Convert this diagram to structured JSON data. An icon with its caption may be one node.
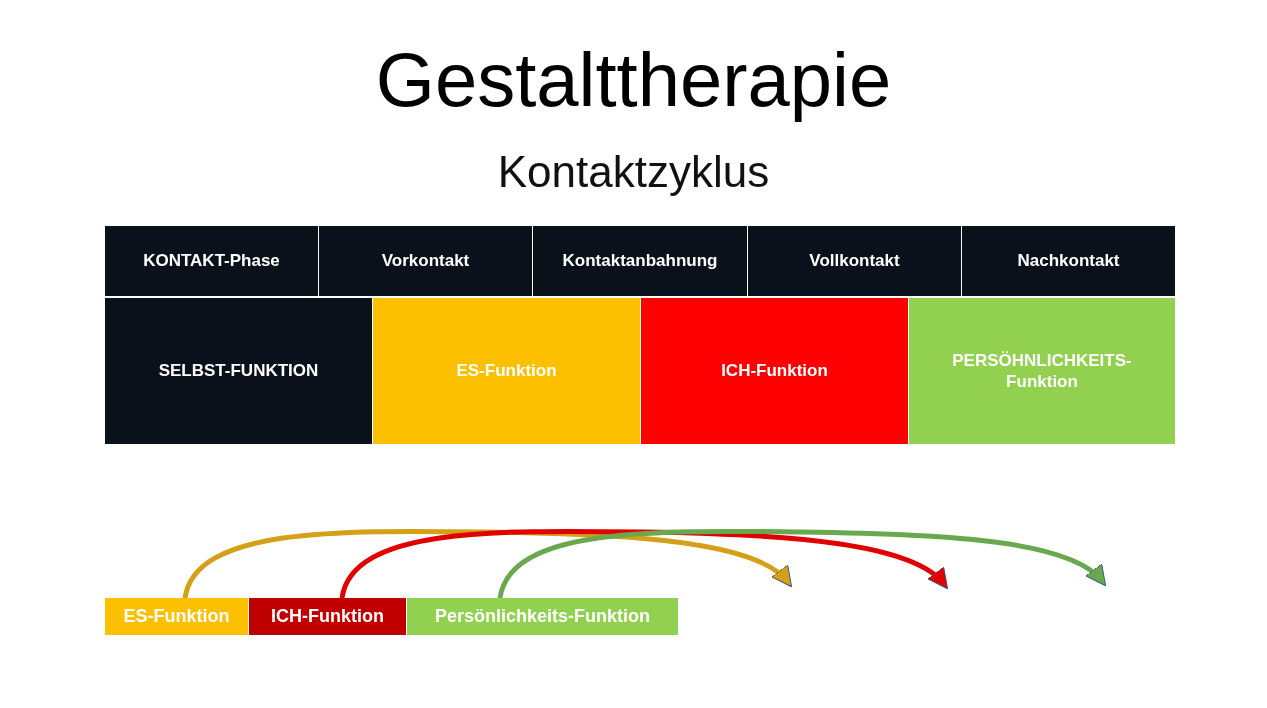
{
  "diagram": {
    "title": "Gestalttherapie",
    "caption": "Kontaktzyklus",
    "nodes": [
      {
        "text": [
          "KONTAKT-Phase"
        ]
      },
      {
        "text": [
          "Vorkontakt"
        ]
      },
      {
        "text": [
          "Kontaktanbahnung"
        ]
      },
      {
        "text": [
          "Vollkontakt"
        ]
      },
      {
        "text": [
          "Nachkontakt"
        ]
      },
      {
        "text": [
          "SELBST-FUNKTION"
        ]
      },
      {
        "text": [
          "ES-Funktion"
        ]
      },
      {
        "text": [
          "ICH-Funktion"
        ]
      },
      {
        "text": [
          "PERSÖHNLICHKEITS-Funktion"
        ]
      },
      {
        "text": [
          "ES-Funktion"
        ]
      },
      {
        "text": [
          "ICH-Funktion"
        ]
      },
      {
        "text": [
          "Persönlichkeits-Funktion"
        ]
      }
    ],
    "edges": [
      {
        "from": 9,
        "to": null,
        "arrow": "to",
        "color": "#d4a017"
      },
      {
        "from": 10,
        "to": null,
        "arrow": "to",
        "color": "#e00000"
      },
      {
        "from": 11,
        "to": null,
        "arrow": "to",
        "color": "#6aa84f"
      }
    ]
  }
}
